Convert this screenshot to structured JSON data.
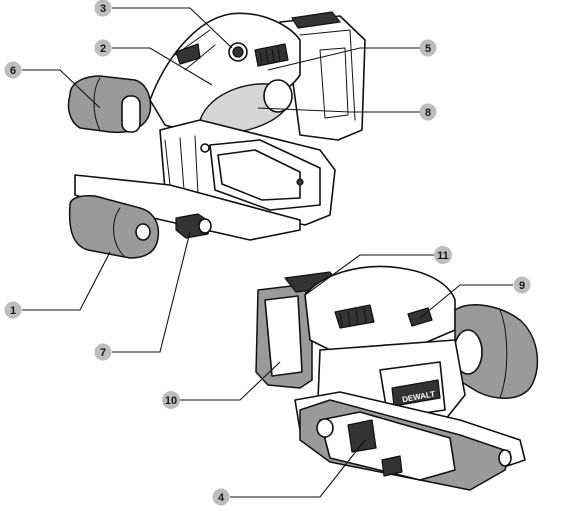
{
  "callouts": [
    {
      "id": "1",
      "label": "1"
    },
    {
      "id": "2",
      "label": "2"
    },
    {
      "id": "3",
      "label": "3"
    },
    {
      "id": "4",
      "label": "4"
    },
    {
      "id": "5",
      "label": "5"
    },
    {
      "id": "6",
      "label": "6"
    },
    {
      "id": "7",
      "label": "7"
    },
    {
      "id": "8",
      "label": "8"
    },
    {
      "id": "9",
      "label": "9"
    },
    {
      "id": "10",
      "label": "10"
    },
    {
      "id": "11",
      "label": "11"
    }
  ],
  "brand_mark": "DEWALT",
  "colors": {
    "badge": "#bdbdbd",
    "ink": "#111111",
    "tool_grey": "#9a9a9a"
  }
}
